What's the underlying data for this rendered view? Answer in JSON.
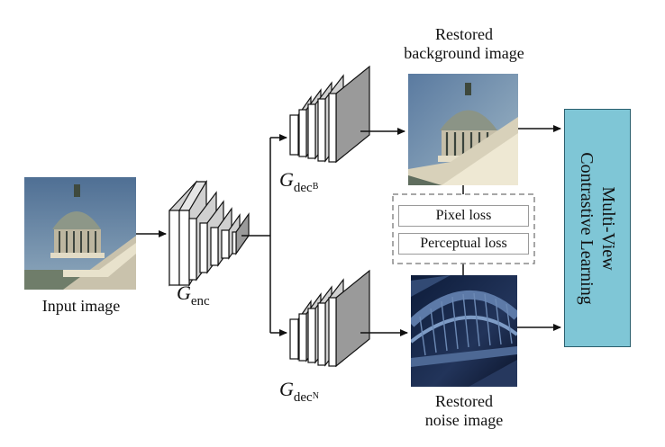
{
  "labels": {
    "input_image": "Input image",
    "restored_background_line1": "Restored",
    "restored_background_line2": "background image",
    "restored_noise_line1": "Restored",
    "restored_noise_line2": "noise image",
    "g_letter": "G",
    "enc_sub": "enc",
    "dec_sub": "dec",
    "dec_b_sub": "B",
    "dec_n_sub": "N",
    "pixel_loss": "Pixel loss",
    "perceptual_loss": "Perceptual loss",
    "mvcl_line1": "Multi-View",
    "mvcl_line2": "Contrastive Learning"
  },
  "colors": {
    "mvcl_fill": "#7fc6d6",
    "block_side": "#c8c8c8",
    "block_front": "#ffffff",
    "last_block": "#9a9a9a"
  },
  "images": {
    "input": "building-dome-photo",
    "restored_background": "building-dome-photo",
    "restored_noise": "bridge-arch-photo"
  }
}
